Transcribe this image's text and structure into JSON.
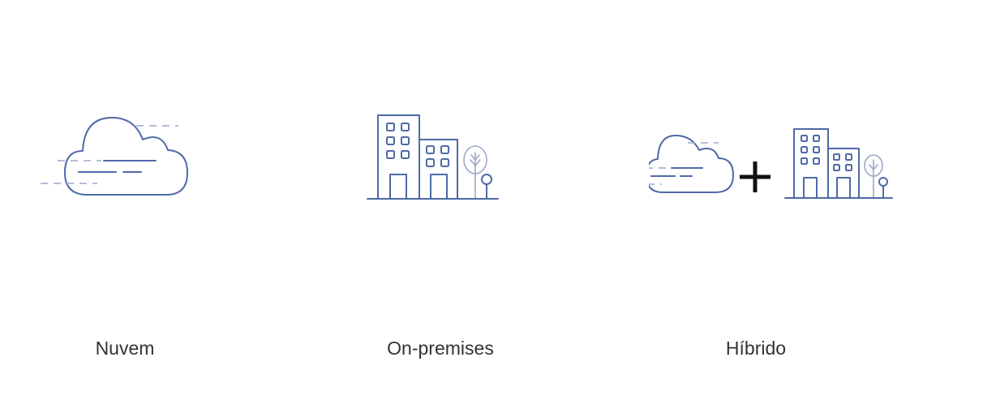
{
  "options": [
    {
      "label": "Nuvem",
      "icon": "cloud-icon"
    },
    {
      "label": "On-premises",
      "icon": "office-building-icon"
    },
    {
      "label": "Híbrido",
      "icon": "cloud-plus-building-icon"
    }
  ],
  "colors": {
    "icon_stroke": "#4f6aa8",
    "icon_stroke_light": "#9aa9ca",
    "label_text": "#333333",
    "plus_sign": "#111111",
    "background": "#ffffff"
  }
}
